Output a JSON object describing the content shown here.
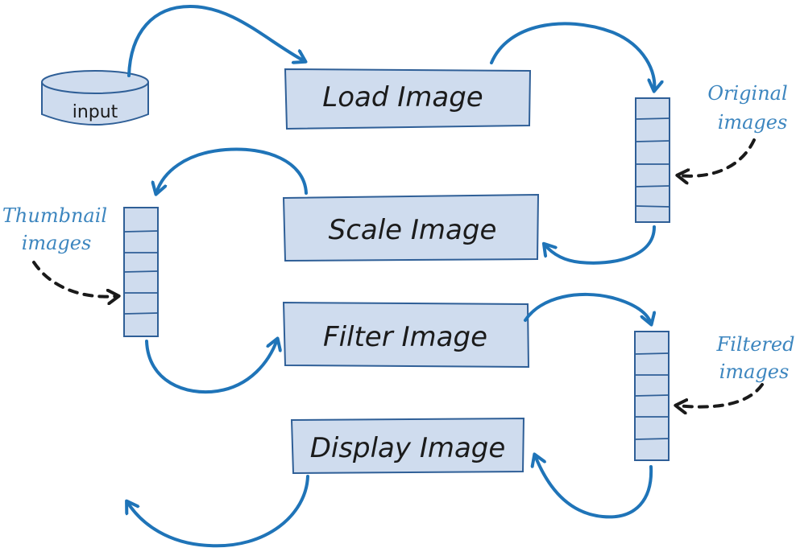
{
  "input": {
    "label": "input"
  },
  "stages": {
    "load": "Load Image",
    "scale": "Scale Image",
    "filter": "Filter Image",
    "display": "Display Image"
  },
  "annotations": {
    "original": [
      "Original",
      "images"
    ],
    "thumbnail": [
      "Thumbnail",
      "images"
    ],
    "filtered": [
      "Filtered",
      "images"
    ]
  },
  "colors": {
    "box_fill": "#cfdcee",
    "box_stroke": "#2f5f97",
    "arrow": "#1f74b8",
    "note": "#3d86bf",
    "dashed": "#1a1a1a"
  }
}
